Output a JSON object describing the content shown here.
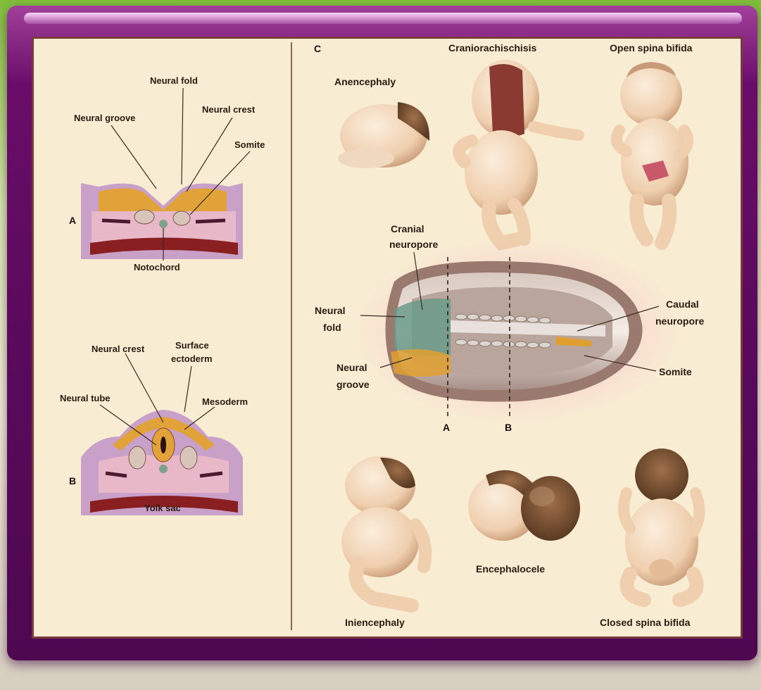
{
  "panels": {
    "a_letter": "A",
    "b_letter": "B",
    "c_letter": "C"
  },
  "section_a": {
    "neural_fold": "Neural fold",
    "neural_groove": "Neural groove",
    "neural_crest": "Neural crest",
    "somite": "Somite",
    "notochord": "Notochord"
  },
  "section_b": {
    "neural_crest": "Neural crest",
    "surface_ectoderm_1": "Surface",
    "surface_ectoderm_2": "ectoderm",
    "neural_tube": "Neural tube",
    "mesoderm": "Mesoderm",
    "yolk_sac": "Yolk sac"
  },
  "section_c": {
    "anencephaly": "Anencephaly",
    "craniorachischisis": "Craniorachischisis",
    "open_spina_bifida": "Open spina bifida",
    "cranial_neuropore_1": "Cranial",
    "cranial_neuropore_2": "neuropore",
    "neural_fold_1": "Neural",
    "neural_fold_2": "fold",
    "neural_groove_1": "Neural",
    "neural_groove_2": "groove",
    "caudal_neuropore_1": "Caudal",
    "caudal_neuropore_2": "neuropore",
    "somite": "Somite",
    "section_line_a": "A",
    "section_line_b": "B",
    "iniencephaly": "Iniencephaly",
    "encephalocele": "Encephalocele",
    "closed_spina_bifida": "Closed spina bifida"
  }
}
